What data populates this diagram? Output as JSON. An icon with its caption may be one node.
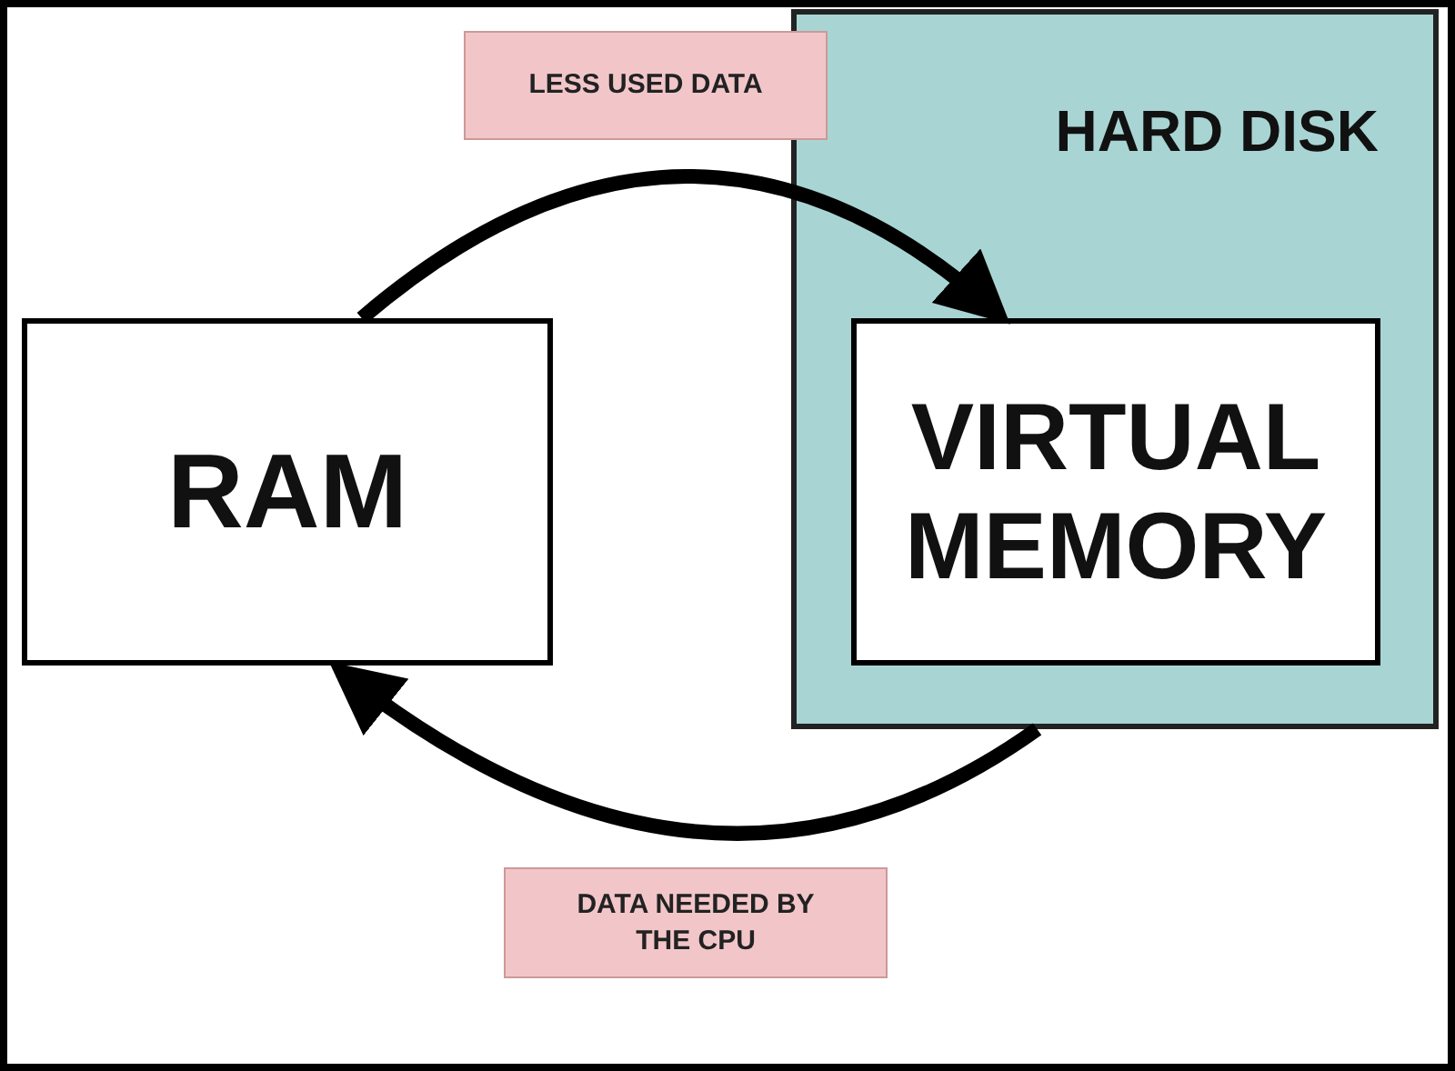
{
  "diagram": {
    "nodes": [
      {
        "text": [
          "RAM"
        ]
      },
      {
        "text": [
          "HARD DISK"
        ]
      },
      {
        "text": [
          "VIRTUAL MEMORY"
        ],
        "in": 1
      },
      {
        "text": [
          "LESS USED DATA"
        ]
      },
      {
        "text": [
          "DATA NEEDED BY THE CPU"
        ]
      }
    ],
    "edges": [
      {
        "from": 0,
        "to": 2,
        "arrow": "to"
      },
      {
        "from": 1,
        "to": 0,
        "arrow": "to"
      }
    ]
  }
}
